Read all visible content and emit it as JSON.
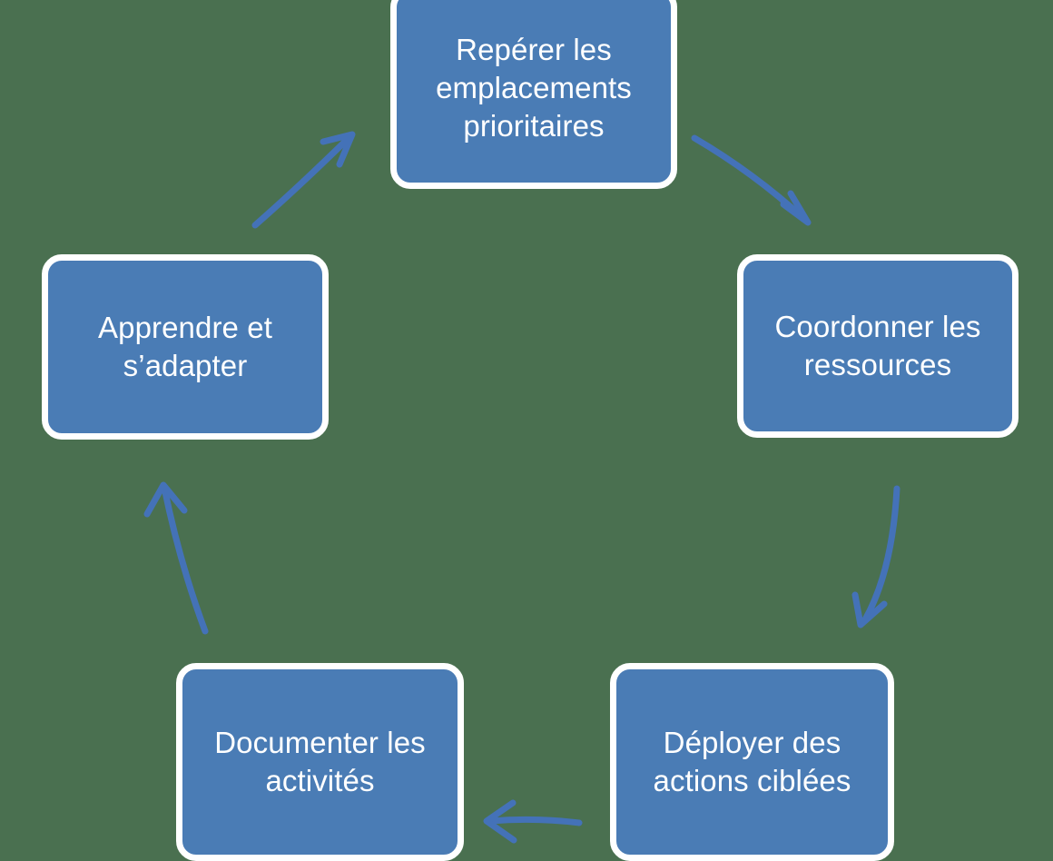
{
  "diagram": {
    "type": "cycle",
    "title": "",
    "background_color": "#4a7050",
    "node_fill_color": "#4a7cb5",
    "node_border_color": "#ffffff",
    "node_text_color": "#ffffff",
    "arrow_color": "#4472b8",
    "nodes": [
      {
        "id": "node-top",
        "label": "Repérer les emplacements prioritaires",
        "position": "top"
      },
      {
        "id": "node-right",
        "label": "Coordonner les ressources",
        "position": "right"
      },
      {
        "id": "node-bottom-right",
        "label": "Déployer des actions ciblées",
        "position": "bottom-right"
      },
      {
        "id": "node-bottom-left",
        "label": "Documenter les activités",
        "position": "bottom-left"
      },
      {
        "id": "node-left",
        "label": "Apprendre et s’adapter",
        "position": "left"
      }
    ],
    "arrows": [
      {
        "id": "arrow-top-to-right",
        "from": "node-top",
        "to": "node-right",
        "direction": "down-right"
      },
      {
        "id": "arrow-right-to-bottom-right",
        "from": "node-right",
        "to": "node-bottom-right",
        "direction": "down"
      },
      {
        "id": "arrow-bottom-right-to-bottom-left",
        "from": "node-bottom-right",
        "to": "node-bottom-left",
        "direction": "left"
      },
      {
        "id": "arrow-bottom-left-to-left",
        "from": "node-bottom-left",
        "to": "node-left",
        "direction": "up"
      },
      {
        "id": "arrow-left-to-top",
        "from": "node-left",
        "to": "node-top",
        "direction": "up-right"
      }
    ]
  }
}
